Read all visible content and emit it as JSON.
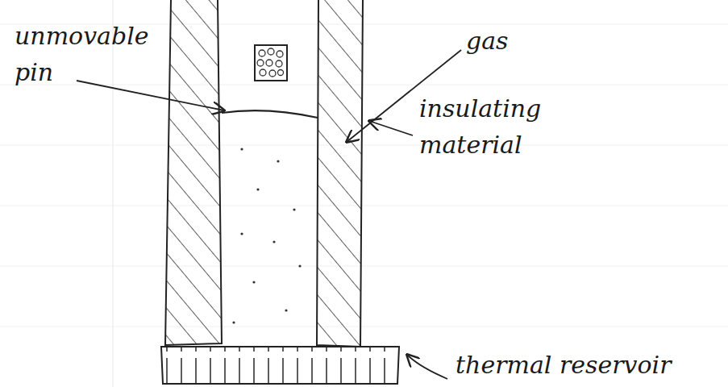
{
  "diagram": {
    "labels": [
      "unmovable pin",
      "gas",
      "insulating material",
      "thermal reservoir"
    ]
  }
}
